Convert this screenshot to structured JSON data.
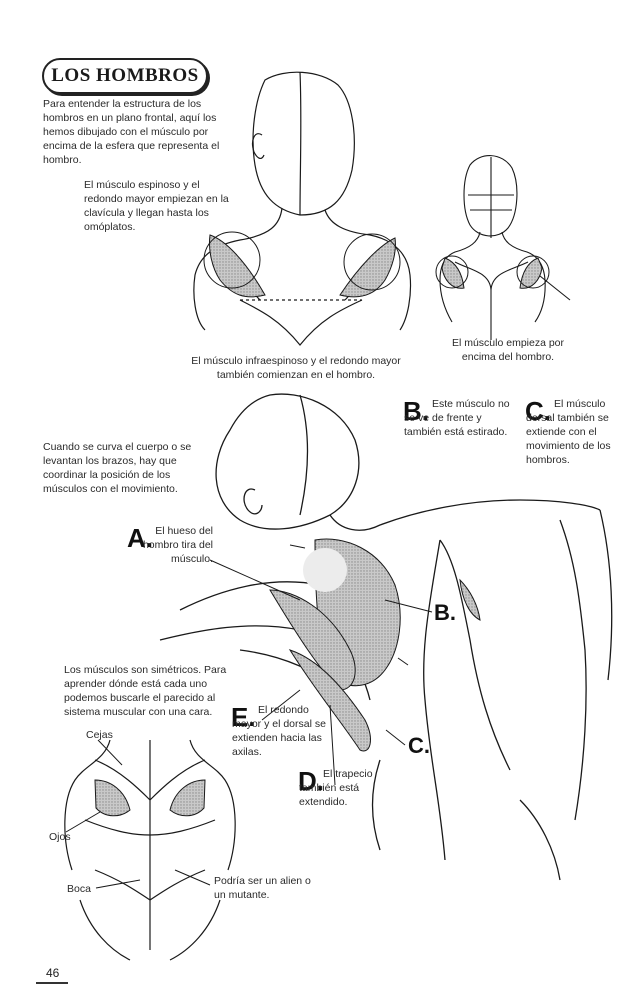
{
  "page": {
    "title": "LOS HOMBROS",
    "page_number": "46"
  },
  "intro": {
    "text": "Para entender la estructura de los hombros en un plano frontal, aquí los hemos dibujado con el músculo por encima de la esfera que representa el hombro."
  },
  "captions": {
    "espinoso": "El músculo espinoso y el redondo mayor empiezan en la clavícula y llegan hasta los omóplatos.",
    "infraespinoso": "El músculo infraespinoso y el redondo mayor también comienzan en el hombro.",
    "empieza": "El músculo empieza por encima del hombro.",
    "curva": "Cuando se curva el cuerpo o se levantan los brazos, hay que coordinar la posición de los músculos con el movimiento.",
    "simetricos": "Los músculos son simétricos. Para aprender dónde está cada uno podemos buscarle el parecido al sistema muscular con una cara.",
    "alien": "Podría ser un alien o un mutante."
  },
  "notes": {
    "A": {
      "letter": "A.",
      "text": "El hueso del hombro tira del músculo."
    },
    "B": {
      "letter": "B.",
      "text": "Este músculo no se ve de frente y también está estirado."
    },
    "C": {
      "letter": "C.",
      "text": "El músculo dorsal también se extiende con el movimiento de los hombros."
    },
    "D": {
      "letter": "D.",
      "text": "El trapecio también está extendido."
    },
    "E": {
      "letter": "E.",
      "text": "El redondo mayor y el dorsal se extienden hacia las axilas."
    }
  },
  "figure_labels": {
    "B": "B.",
    "C": "C.",
    "cejas": "Cejas",
    "ojos": "Ojos",
    "boca": "Boca"
  }
}
